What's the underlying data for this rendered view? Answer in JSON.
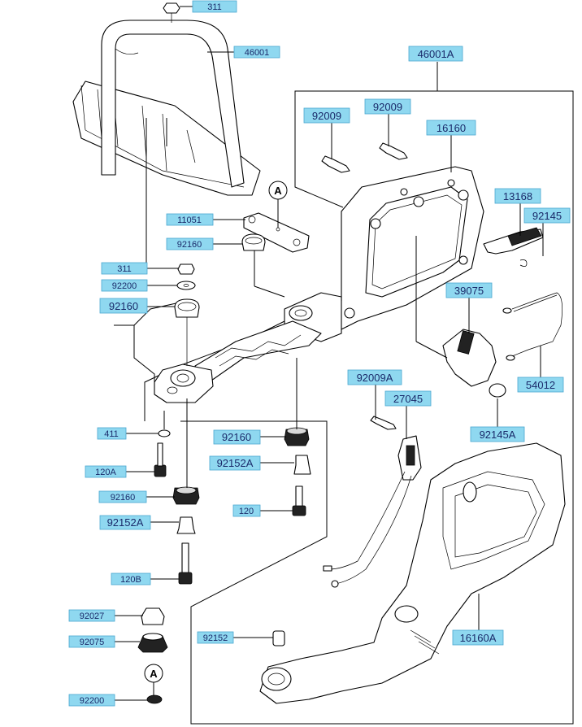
{
  "labels": {
    "l311_top": "311",
    "l46001": "46001",
    "l46001A": "46001A",
    "l92009_a": "92009",
    "l92009_b": "92009",
    "l16160": "16160",
    "l13168": "13168",
    "l92145": "92145",
    "l11051": "11051",
    "l92160_a": "92160",
    "l311_mid": "311",
    "l92200_a": "92200",
    "l92160_b": "92160",
    "l39075": "39075",
    "l54012": "54012",
    "l92009A": "92009A",
    "l27045": "27045",
    "l92145A": "92145A",
    "l411": "411",
    "l92160_c": "92160",
    "l120A": "120A",
    "l92152A_a": "92152A",
    "l92160_d": "92160",
    "l120": "120",
    "l92152A_b": "92152A",
    "l120B": "120B",
    "l92027": "92027",
    "l92075": "92075",
    "l92152": "92152",
    "l16160A": "16160A",
    "l92200_b": "92200"
  },
  "markers": {
    "a_top": "A",
    "a_bottom": "A"
  },
  "colors": {
    "label_fill": "#8fd8f0",
    "label_text": "#1a2a6a",
    "line": "#000000"
  }
}
